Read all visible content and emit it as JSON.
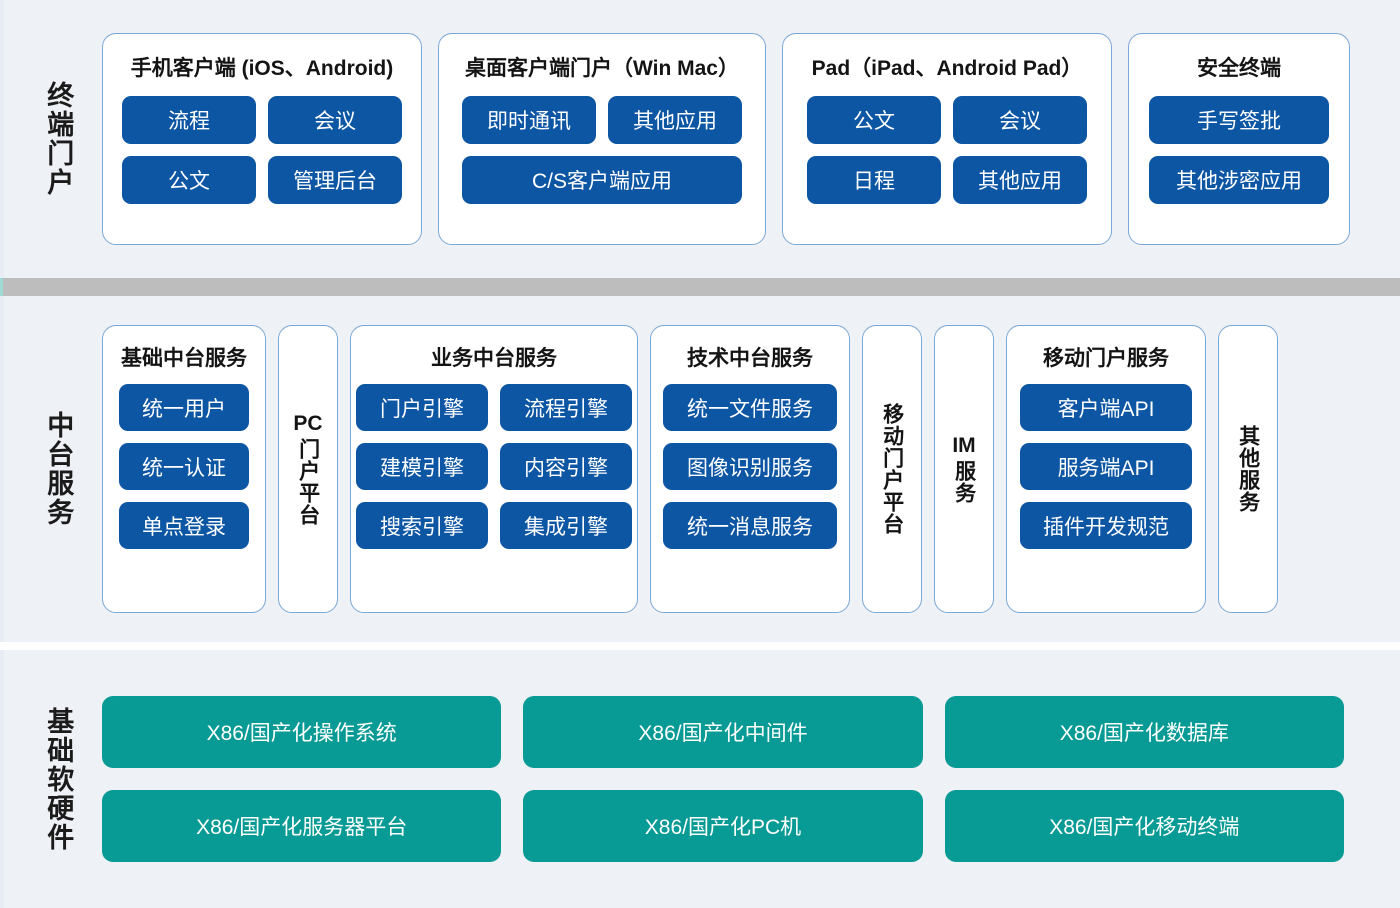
{
  "layers": [
    {
      "id": "terminal",
      "label": "终端门户",
      "groups": [
        {
          "title": "手机客户端 (iOS、Android)",
          "rows": [
            [
              "流程",
              "会议"
            ],
            [
              "公文",
              "管理后台"
            ]
          ]
        },
        {
          "title": "桌面客户端门户（Win Mac）",
          "rows": [
            [
              "即时通讯",
              "其他应用"
            ],
            [
              "C/S客户端应用"
            ]
          ]
        },
        {
          "title": "Pad（iPad、Android Pad）",
          "rows": [
            [
              "公文",
              "会议"
            ],
            [
              "日程",
              "其他应用"
            ]
          ]
        },
        {
          "title": "安全终端",
          "rows": [
            [
              "手写签批"
            ],
            [
              "其他涉密应用"
            ]
          ]
        }
      ]
    },
    {
      "id": "platform",
      "label": "中台服务",
      "columns": [
        {
          "kind": "card",
          "title": "基础中台服务",
          "rows": [
            [
              "统一用户"
            ],
            [
              "统一认证"
            ],
            [
              "单点登录"
            ]
          ]
        },
        {
          "kind": "vertical",
          "latin": "PC",
          "vertical_text": "门户平台"
        },
        {
          "kind": "card",
          "title": "业务中台服务",
          "rows": [
            [
              "门户引擎",
              "流程引擎"
            ],
            [
              "建模引擎",
              "内容引擎"
            ],
            [
              "搜索引擎",
              "集成引擎"
            ]
          ]
        },
        {
          "kind": "card",
          "title": "技术中台服务",
          "rows": [
            [
              "统一文件服务"
            ],
            [
              "图像识别服务"
            ],
            [
              "统一消息服务"
            ]
          ]
        },
        {
          "kind": "vertical",
          "latin": "",
          "vertical_text": "移动门户平台"
        },
        {
          "kind": "vertical",
          "latin": "IM",
          "vertical_text": "服务"
        },
        {
          "kind": "card",
          "title": "移动门户服务",
          "rows": [
            [
              "客户端API"
            ],
            [
              "服务端API"
            ],
            [
              "插件开发规范"
            ]
          ]
        },
        {
          "kind": "vertical",
          "latin": "",
          "vertical_text": "其他服务"
        }
      ]
    },
    {
      "id": "infra",
      "label": "基础软硬件",
      "rows": [
        [
          "X86/国产化操作系统",
          "X86/国产化中间件",
          "X86/国产化数据库"
        ],
        [
          "X86/国产化服务器平台",
          "X86/国产化PC机",
          "X86/国产化移动终端"
        ]
      ]
    }
  ],
  "colors": {
    "background": "#eef1f5",
    "page": "#ffffff",
    "card_border": "#7ba8d6",
    "pill_blue": "#0d56a4",
    "infra_teal": "#089a94",
    "divider_gray": "#bdbdbd",
    "text_dark": "#141414"
  }
}
